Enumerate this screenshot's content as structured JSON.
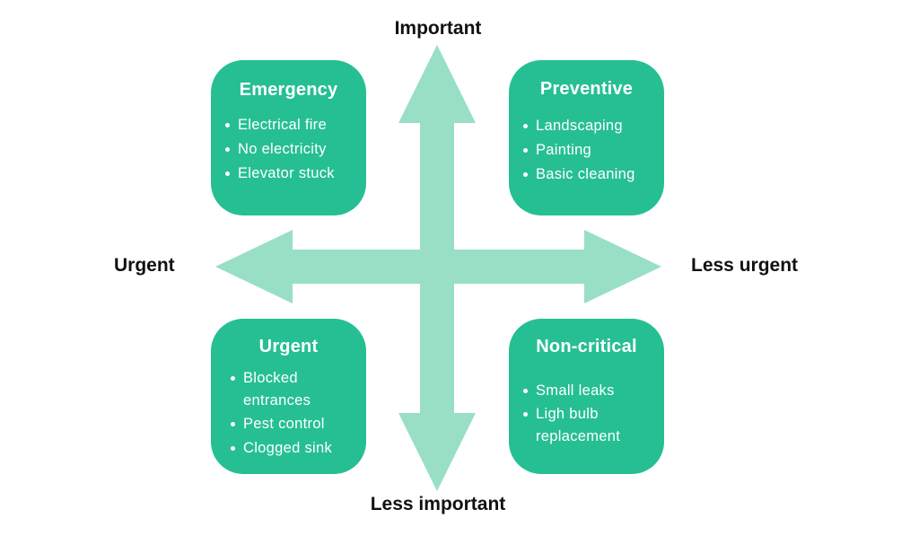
{
  "colors": {
    "arrow": "#98dfc6",
    "box": "#26bf93",
    "box_text": "#ffffff",
    "label_text": "#111111",
    "background": "#ffffff"
  },
  "axes": {
    "top": "Important",
    "bottom": "Less important",
    "left": "Urgent",
    "right": "Less urgent"
  },
  "quadrants": [
    {
      "title": "Emergency",
      "items": [
        "Electrical fire",
        "No electricity",
        "Elevator stuck"
      ]
    },
    {
      "title": "Preventive",
      "items": [
        "Landscaping",
        "Painting",
        "Basic cleaning"
      ]
    },
    {
      "title": "Urgent",
      "items": [
        "Blocked entrances",
        "Pest control",
        "Clogged sink"
      ]
    },
    {
      "title": "Non-critical",
      "items": [
        "Small leaks",
        "Ligh bulb replacement"
      ]
    }
  ]
}
